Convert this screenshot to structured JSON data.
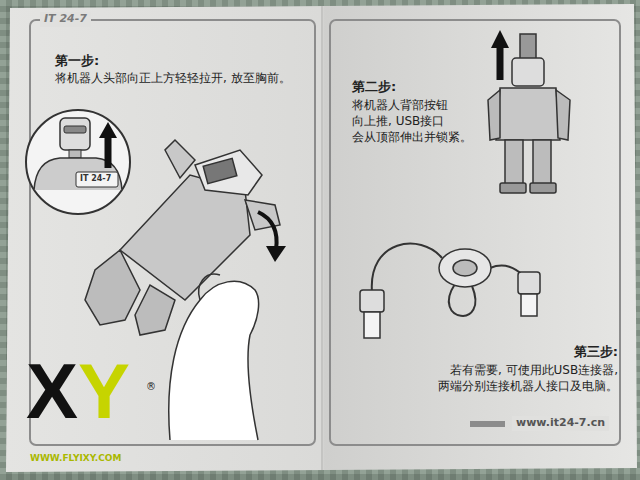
{
  "diagram": {
    "labels": [
      "IT 24-7",
      "第一步:",
      "将机器人头部向正上方轻轻拉开, 放至胸前。",
      "IT 24-7",
      "第二步:",
      "将机器人背部按钮 向上推, USB接口 会从顶部伸出并锁紧。",
      "第三步:",
      "若有需要, 可使用此USB连接器, 两端分别连接机器人接口及电脑。",
      "www.it24-7.cn",
      "XY",
      "®",
      "WWW.FLYIXY.COM"
    ]
  }
}
